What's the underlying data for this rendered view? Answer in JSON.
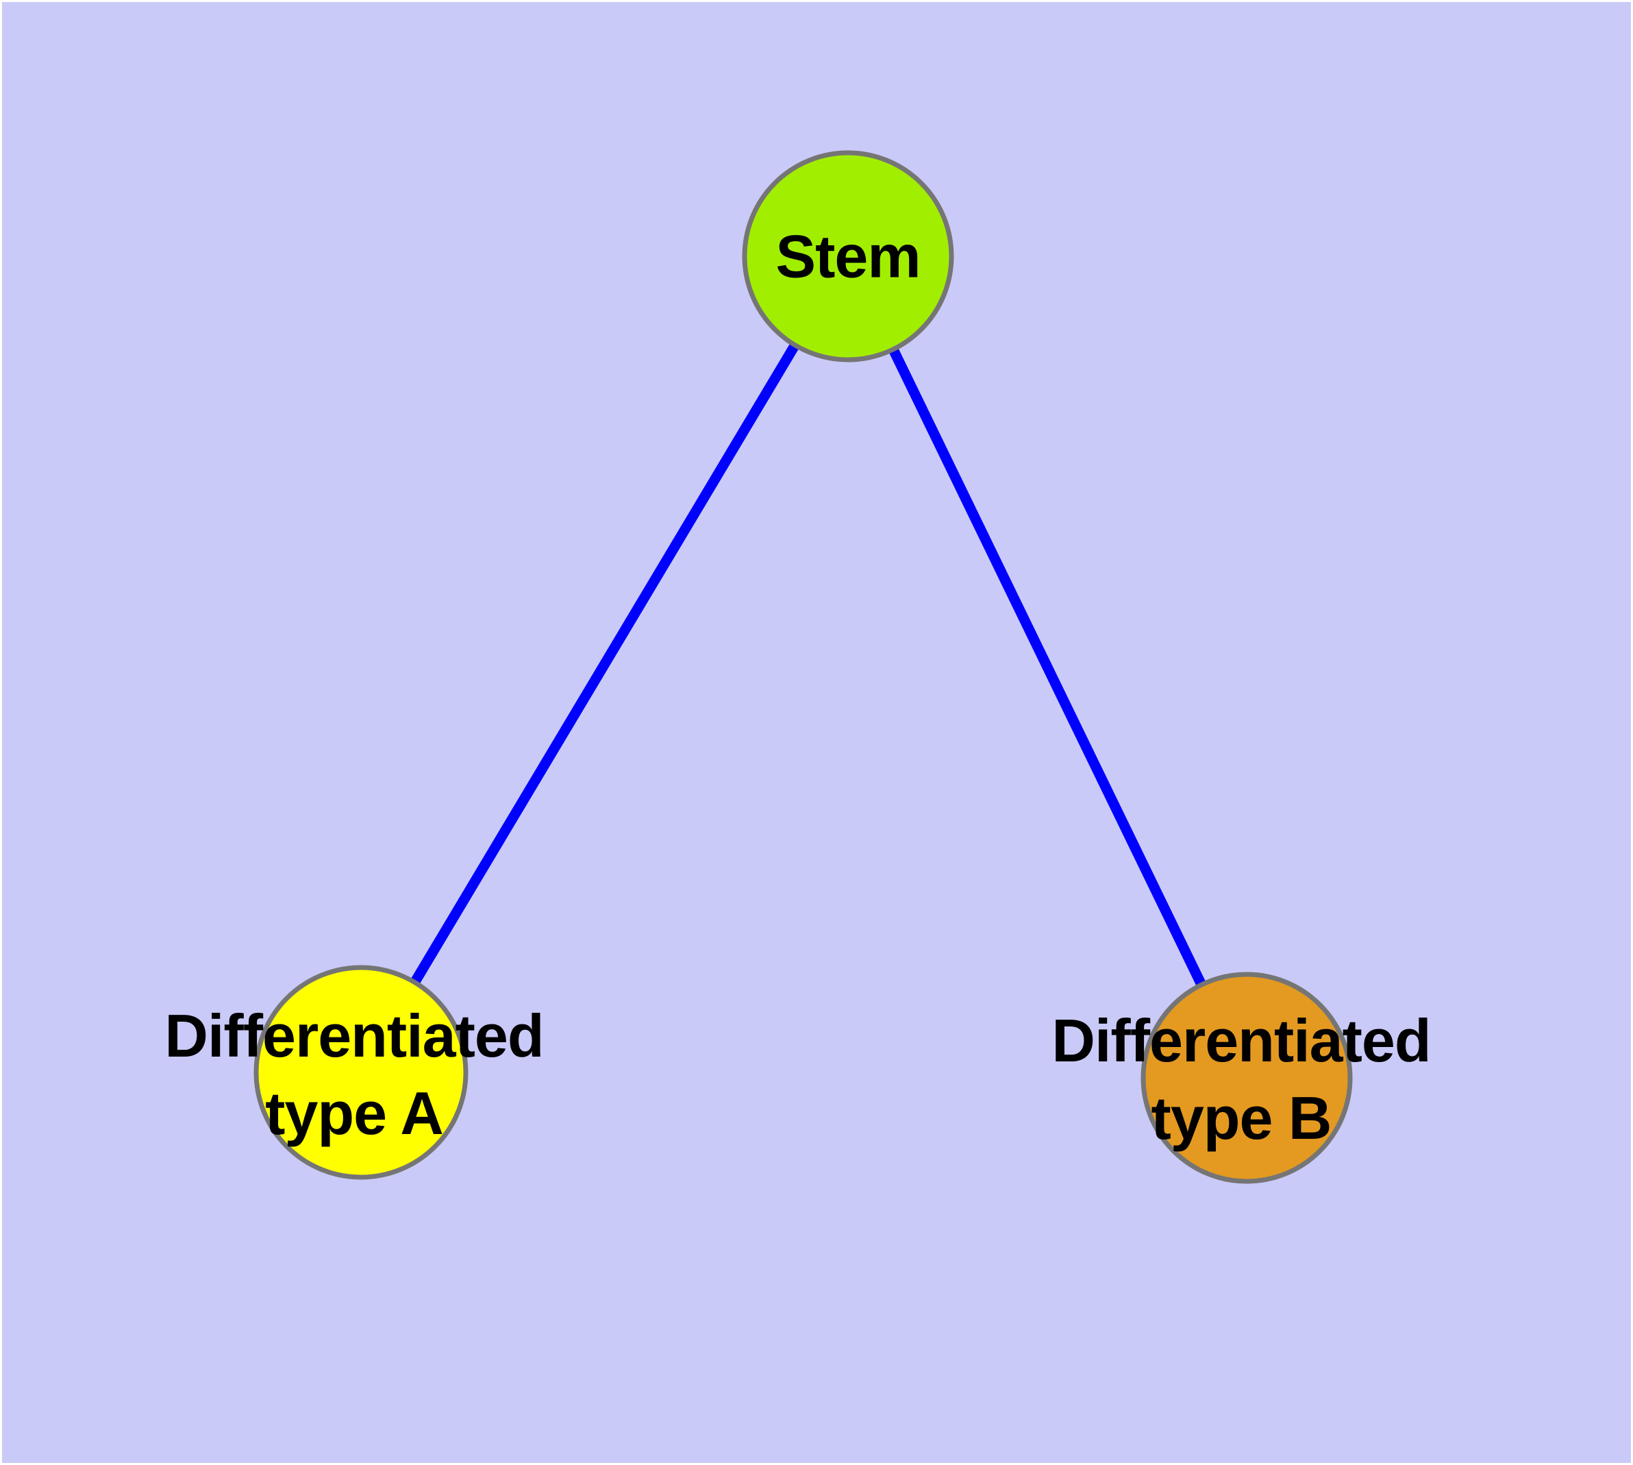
{
  "diagram": {
    "type": "graph",
    "title": "",
    "background_color": "#CACAF8",
    "frame_color": "#FFFFFF",
    "edge_color": "#0000FF",
    "node_border_color": "#757575",
    "label_color": "#000000",
    "nodes": [
      {
        "id": "stem",
        "label": "Stem",
        "color": "#A2EE00"
      },
      {
        "id": "type-a",
        "label_line1": "Differentiated",
        "label_line2": "type A",
        "color": "#FFFF00"
      },
      {
        "id": "type-b",
        "label_line1": "Differentiated",
        "label_line2": "type B",
        "color": "#E49A20"
      }
    ],
    "edges": [
      {
        "from": "Stem",
        "to": "Differentiated type A"
      },
      {
        "from": "Stem",
        "to": "Differentiated type B"
      }
    ]
  }
}
